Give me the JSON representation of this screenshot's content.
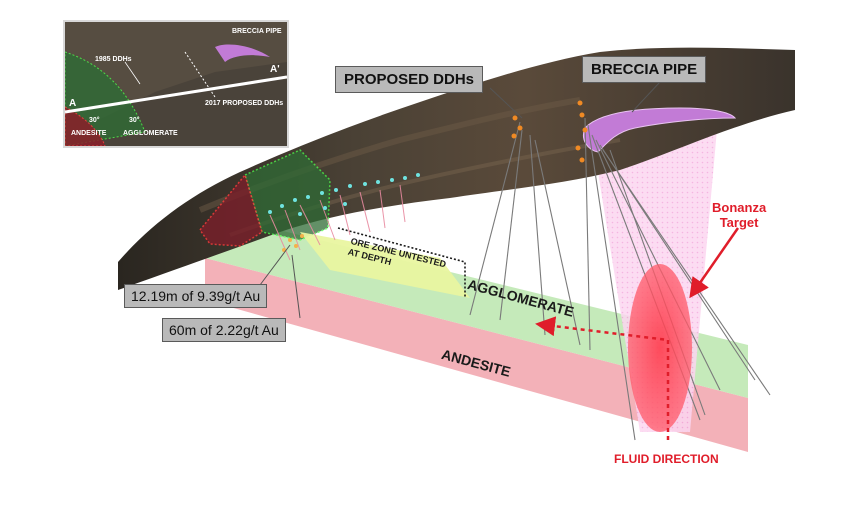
{
  "callouts": {
    "proposed_ddhs": "PROPOSED DDHs",
    "breccia_pipe": "BRECCIA PIPE",
    "intercept_1": "12.19m of 9.39g/t Au",
    "intercept_2": "60m of 2.22g/t Au"
  },
  "layers": {
    "agglomerate": "AGGLOMERATE",
    "andesite": "ANDESITE",
    "ore_zone_line1": "ORE ZONE UNTESTED",
    "ore_zone_line2": "AT DEPTH"
  },
  "target": {
    "line1": "Bonanza",
    "line2": "Target",
    "fluid_direction": "FLUID DIRECTION"
  },
  "inset": {
    "breccia_pipe": "BRECCIA PIPE",
    "ddhs_1985": "1985 DDHs",
    "a_label": "A",
    "a_prime_label": "A'",
    "proposed_2017": "2017 PROPOSED DDHs",
    "dip_1": "30°",
    "dip_2": "30°",
    "andesite": "ANDESITE",
    "agglomerate": "AGGLOMERATE"
  },
  "colors": {
    "andesite_band": "#f2a9b0",
    "agglomerate_band": "#bfe8b3",
    "ore_zone": "#e9f5a0",
    "breccia_pipe": "#c27bd6",
    "target_red": "#e01d2a",
    "hole_orange": "#f08a24",
    "hole_cyan": "#6fe3e0"
  }
}
